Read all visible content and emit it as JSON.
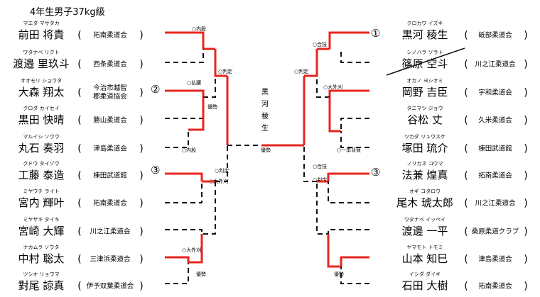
{
  "title": "4年生男子37kg級",
  "champion": {
    "label": [
      "黒",
      "河",
      "稜",
      "生"
    ]
  },
  "left": [
    {
      "furigana": "マエダ マサタカ",
      "name": "前田 将貴",
      "club": [
        "拓南柔道会"
      ]
    },
    {
      "furigana": "ワタナベ リクト",
      "name": "渡邉 里玖斗",
      "club": [
        "西条柔道会"
      ]
    },
    {
      "furigana": "オオモリ ショウタ",
      "name": "大森 翔太",
      "club": [
        "今治市越智",
        "郡柔道協会"
      ]
    },
    {
      "furigana": "クロダ カイセイ",
      "name": "黒田 快晴",
      "club": [
        "勝山柔道会"
      ]
    },
    {
      "furigana": "マルイシ ソウウ",
      "name": "丸石 奏羽",
      "club": [
        "津島柔道会"
      ]
    },
    {
      "furigana": "クドウ タイゾウ",
      "name": "工藤 泰造",
      "club": [
        "棟田武道館"
      ]
    },
    {
      "furigana": "ミヤウチ ライト",
      "name": "宮内 輝叶",
      "club": [
        "拓南柔道会"
      ]
    },
    {
      "furigana": "ミヤザキ タイキ",
      "name": "宮崎 大輝",
      "club": [
        "川之江柔道会"
      ]
    },
    {
      "furigana": "ナカムラ ソウタ",
      "name": "中村 聡太",
      "club": [
        "三津浜柔道会"
      ]
    },
    {
      "furigana": "ツシオ リョウマ",
      "name": "對尾 諒真",
      "club": [
        "伊予双葉柔道会"
      ]
    }
  ],
  "right": [
    {
      "furigana": "クロカワ イズキ",
      "name": "黒河 稜生",
      "club": [
        "砥部柔道会"
      ]
    },
    {
      "furigana": "シノハラ ソラト",
      "name": "篠原 空斗",
      "club": [
        "川之江柔道会"
      ]
    },
    {
      "furigana": "オカノ ヨシオミ",
      "name": "岡野 吉臣",
      "club": [
        "宇和柔道会"
      ]
    },
    {
      "furigana": "タニマツ ジョウ",
      "name": "谷松 丈",
      "club": [
        "久米柔道会"
      ]
    },
    {
      "furigana": "ツカダ リュウスケ",
      "name": "塚田 琉介",
      "club": [
        "棟田武道館"
      ]
    },
    {
      "furigana": "ノリカネ コウマ",
      "name": "法兼 煌真",
      "club": [
        "拓南柔道会"
      ]
    },
    {
      "furigana": "オギ コタロウ",
      "name": "尾木 琥太郎",
      "club": [
        "川之江柔道会"
      ]
    },
    {
      "furigana": "ワタナベ イッペイ",
      "name": "渡邊 一平",
      "club": [
        "桑原柔道クラブ"
      ]
    },
    {
      "furigana": "ヤマモト トモミ",
      "name": "山本 知巳",
      "club": [
        "津島柔道会"
      ]
    },
    {
      "furigana": "イシダ ダイキ",
      "name": "石田 大樹",
      "club": [
        "拓南柔道会"
      ]
    }
  ],
  "seed_marks": [
    "②",
    "③",
    "①",
    "③"
  ],
  "result_labels": {
    "left": [
      "○内股",
      "○払腰",
      "優勢",
      "○内股",
      "○判定",
      "○大外刈",
      "○大外刈",
      "優勢",
      "○判定"
    ],
    "right": [
      "○合技",
      "○大外刈",
      "○判定",
      "○一本背負",
      "○合技",
      "○判定",
      "優勢"
    ],
    "center": "優勢"
  }
}
